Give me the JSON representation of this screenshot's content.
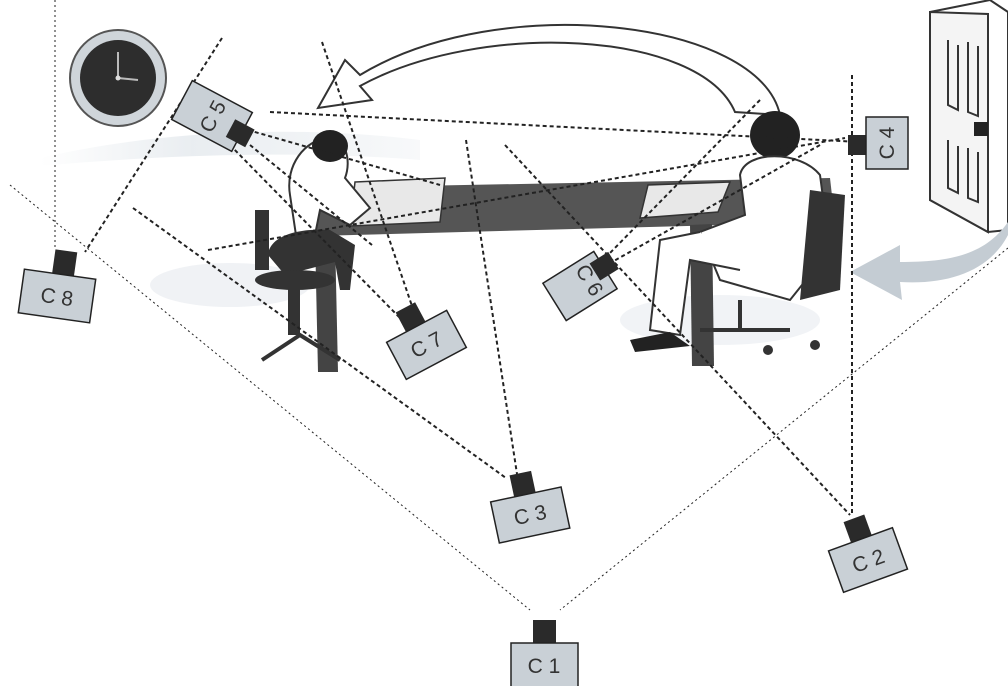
{
  "cameras": [
    {
      "id": "c1",
      "label": "C 1"
    },
    {
      "id": "c2",
      "label": "C 2"
    },
    {
      "id": "c3",
      "label": "C 3"
    },
    {
      "id": "c4",
      "label": "C 4"
    },
    {
      "id": "c5",
      "label": "C 5"
    },
    {
      "id": "c6",
      "label": "C 6"
    },
    {
      "id": "c7",
      "label": "C 7"
    },
    {
      "id": "c8",
      "label": "C 8"
    }
  ],
  "colors": {
    "camera_body": "#c9d0d6",
    "camera_lens": "#2a2a2a",
    "background_wash": "#d3dbe2",
    "arrow_fill": "#c4ccd3",
    "line": "#222222"
  }
}
